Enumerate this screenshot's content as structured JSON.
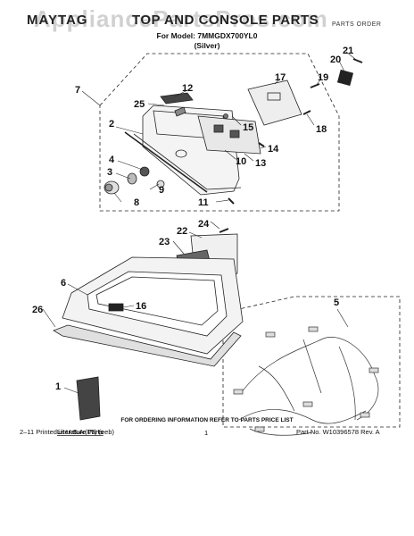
{
  "header": {
    "brand": "MAYTAG",
    "title": "TOP AND CONSOLE PARTS",
    "watermark": "AppliancePartsPros.com",
    "parts_order": "PARTS ORDER",
    "model": "For Model: 7MMGDX700YL0",
    "color": "(Silver)"
  },
  "callouts": [
    "1",
    "2",
    "3",
    "4",
    "5",
    "6",
    "7",
    "8",
    "9",
    "10",
    "11",
    "12",
    "13",
    "14",
    "15",
    "16",
    "17",
    "18",
    "19",
    "20",
    "21",
    "22",
    "23",
    "24",
    "25",
    "26"
  ],
  "literature_label": "Literature Parts",
  "footer": {
    "order_info": "FOR ORDERING INFORMATION REFER TO PARTS PRICE LIST",
    "printed": "2–11 Printed in U.S.A (LT) (eeb)",
    "page": "1",
    "part_no": "Part No. W10396578 Rev. A"
  }
}
